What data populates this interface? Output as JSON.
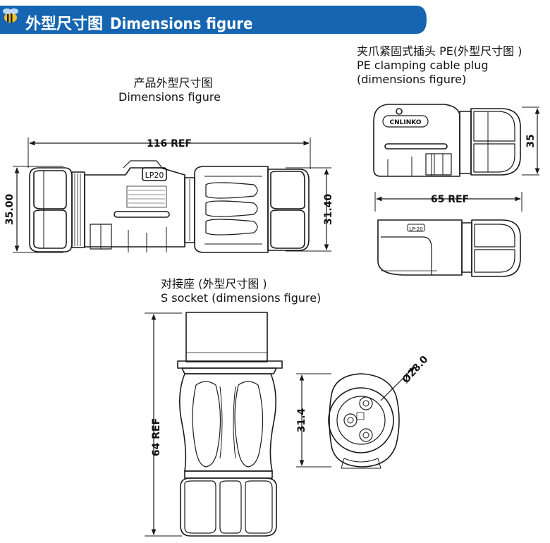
{
  "header": {
    "title_cn": "外型尺寸图",
    "title_en": "Dimensions figure",
    "band_color": "#1565b0"
  },
  "captions": {
    "main_cn": "产品外型尺寸图",
    "main_en": "Dimensions figure",
    "pe_cn": "夹爪紧固式插头 PE(外型尺寸图 )",
    "pe_en1": "PE clamping cable plug",
    "pe_en2": "(dimensions figure)",
    "s_cn": "对接座 (外型尺寸图 )",
    "s_en": "S socket (dimensions figure)"
  },
  "dimensions": {
    "main_length": "116 REF",
    "main_height_left": "35.00",
    "main_height_right": "31.40",
    "pe_height": "35",
    "pe_length": "65 REF",
    "s_length": "64 REF",
    "s_face_height": "31.4",
    "s_diameter": "Ø28.0"
  },
  "labels": {
    "lp20": "LP20",
    "brand": "CNLINKO",
    "pe_tag": "LP-20"
  },
  "icons": [
    "bee-logo-icon"
  ]
}
